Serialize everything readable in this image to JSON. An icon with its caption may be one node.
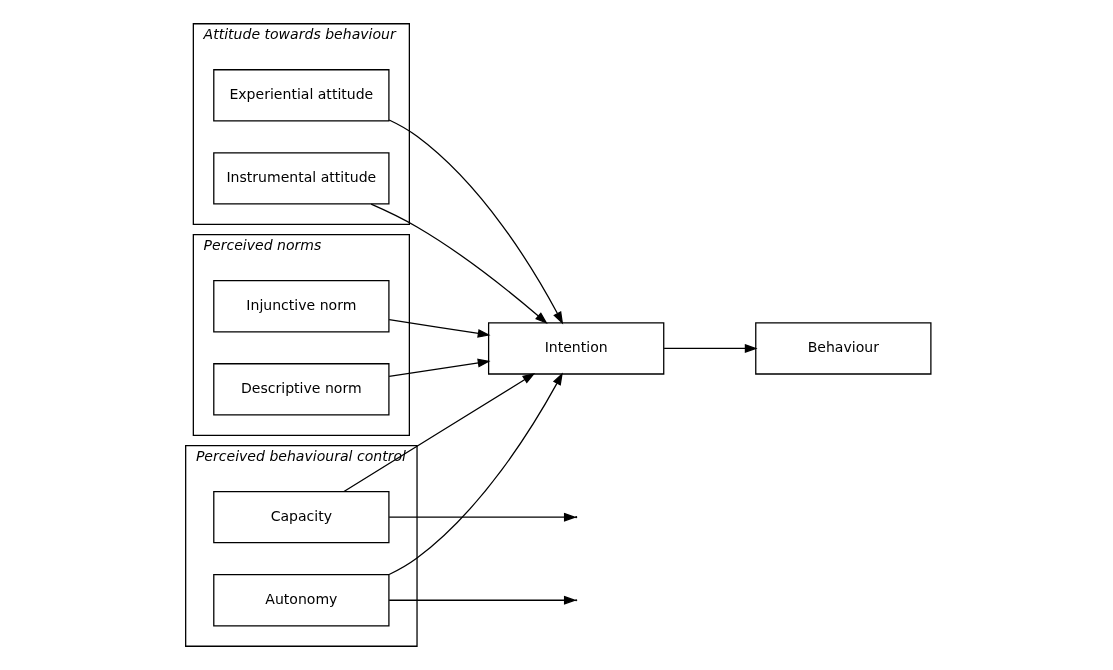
{
  "diagram": {
    "nodes": [
      {
        "text": [
          "Attitude towards behaviour"
        ]
      },
      {
        "text": [
          "Experiential attitude"
        ],
        "in": 0
      },
      {
        "text": [
          "Instrumental attitude"
        ],
        "in": 0
      },
      {
        "text": [
          "Perceived norms"
        ]
      },
      {
        "text": [
          "Injunctive norm"
        ],
        "in": 3
      },
      {
        "text": [
          "Descriptive norm"
        ],
        "in": 3
      },
      {
        "text": [
          "Perceived behavioural control"
        ]
      },
      {
        "text": [
          "Capacity"
        ],
        "in": 6
      },
      {
        "text": [
          "Autonomy"
        ],
        "in": 6
      },
      {
        "text": [
          "Intention"
        ]
      },
      {
        "text": [
          "Behaviour"
        ]
      }
    ],
    "edges": [
      {
        "from": 1,
        "to": 9,
        "arrow": "to"
      },
      {
        "from": 2,
        "to": 9,
        "arrow": "to"
      },
      {
        "from": 4,
        "to": 9,
        "arrow": "to"
      },
      {
        "from": 5,
        "to": 9,
        "arrow": "to"
      },
      {
        "from": 7,
        "to": 9,
        "arrow": "to"
      },
      {
        "from": 8,
        "to": 9,
        "arrow": "to"
      },
      {
        "from": 9,
        "to": 10,
        "arrow": "to"
      },
      {
        "from": 7,
        "to": null,
        "arrow": "to"
      },
      {
        "from": 8,
        "to": null,
        "arrow": "to"
      }
    ]
  }
}
